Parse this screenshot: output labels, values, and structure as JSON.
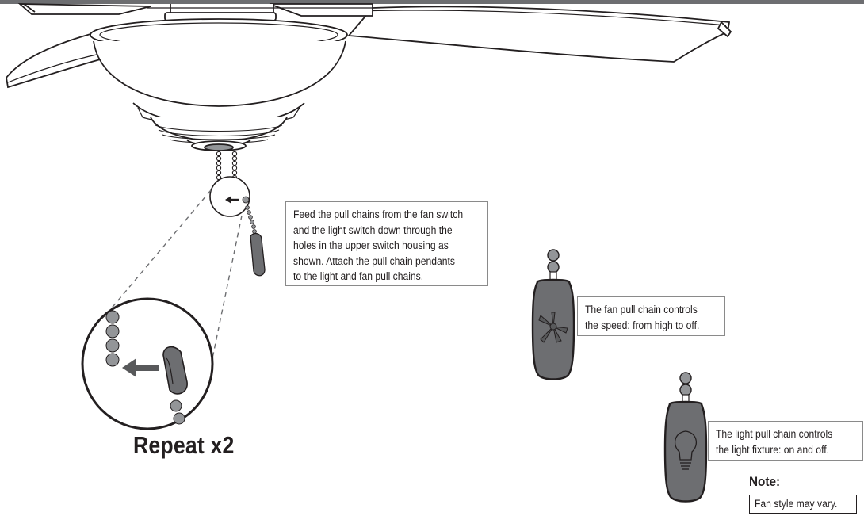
{
  "instructions": {
    "feed_chains": "Feed the pull chains from the fan switch and the light switch down through the holes in the upper switch housing as shown. Attach the pull chain pendants to the light and fan pull chains.",
    "feed_chains_lines": [
      "Feed the pull chains from the fan switch",
      "and the light switch down through the",
      "holes in the upper switch housing as",
      "shown. Attach the pull chain pendants",
      "to the light and fan pull chains."
    ],
    "fan_chain_lines": [
      "The fan pull chain controls",
      "the speed: from high to off."
    ],
    "light_chain_lines": [
      "The light pull chain controls",
      "the light fixture: on and off."
    ]
  },
  "repeat_label": "Repeat x2",
  "note": {
    "title": "Note:",
    "text": "Fan style may vary."
  },
  "colors": {
    "line": "#231f20",
    "pendant_fill": "#6d6e71",
    "bead_fill": "#939598",
    "header_bar": "#6d6e71"
  }
}
